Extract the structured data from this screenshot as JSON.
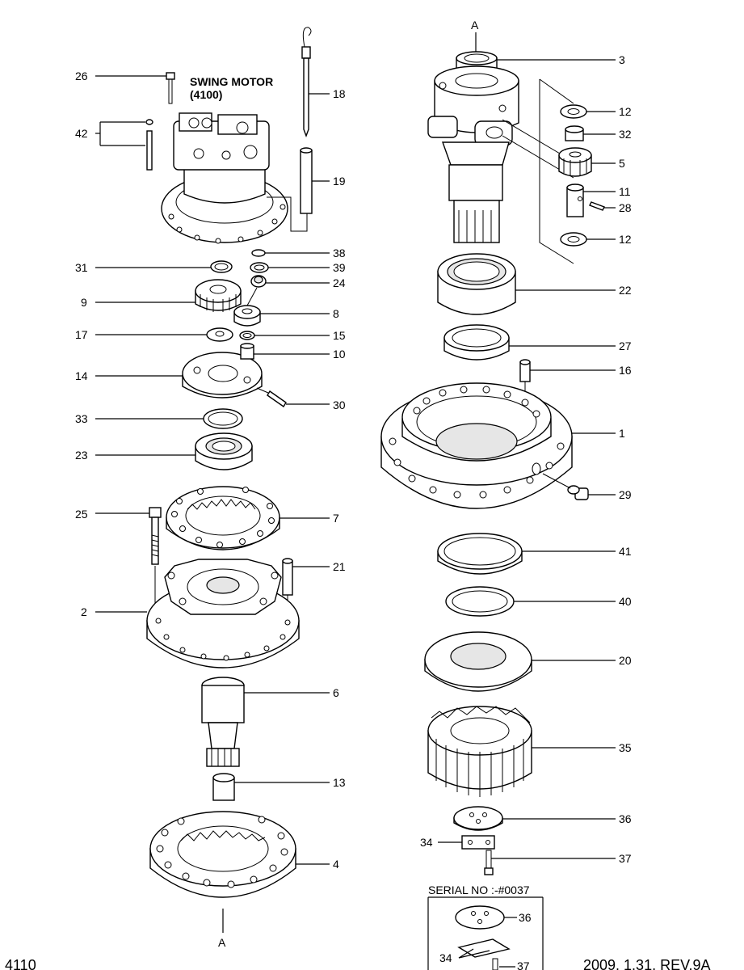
{
  "drawing": {
    "motor_title": "SWING MOTOR",
    "motor_ref": "(4100)",
    "serial_note": "SERIAL NO :-#0037",
    "page_code": "4110",
    "revision": "2009. 1.31. REV.9A",
    "section_marker_top": "A",
    "section_marker_bottom": "A"
  },
  "callouts": [
    "26",
    "42",
    "18",
    "19",
    "38",
    "31",
    "39",
    "24",
    "9",
    "8",
    "17",
    "15",
    "14",
    "10",
    "30",
    "33",
    "23",
    "25",
    "7",
    "21",
    "2",
    "6",
    "13",
    "4",
    "3",
    "12",
    "32",
    "5",
    "11",
    "28",
    "12",
    "22",
    "27",
    "16",
    "1",
    "29",
    "41",
    "40",
    "20",
    "35",
    "36",
    "34",
    "37",
    "36",
    "34",
    "37"
  ]
}
